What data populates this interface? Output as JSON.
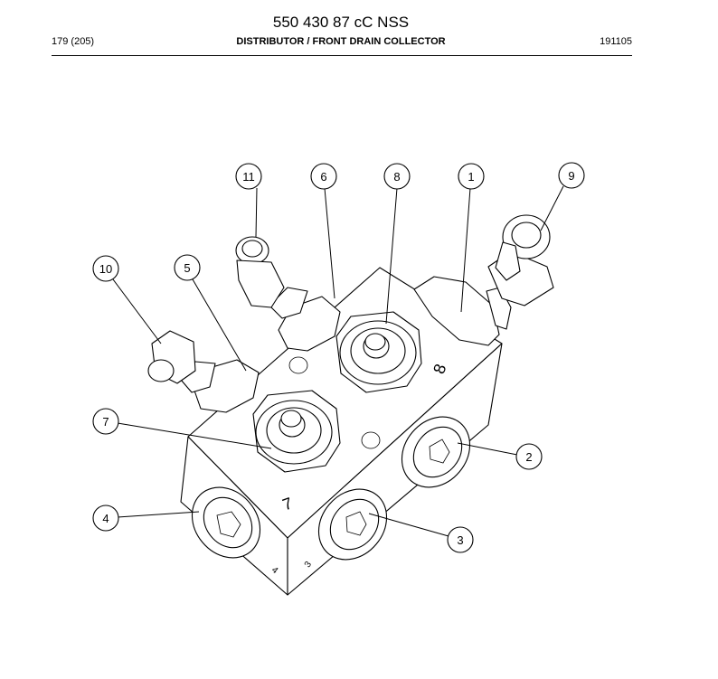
{
  "header": {
    "title": "550 430 87 cC NSS",
    "page": "179 (205)",
    "section": "DISTRIBUTOR / FRONT DRAIN COLLECTOR",
    "date_code": "191105"
  },
  "drawing": {
    "callouts": [
      "1",
      "2",
      "3",
      "4",
      "5",
      "6",
      "7",
      "8",
      "9",
      "10",
      "11"
    ],
    "block_marks": [
      "8",
      "7",
      "3",
      "4"
    ]
  }
}
